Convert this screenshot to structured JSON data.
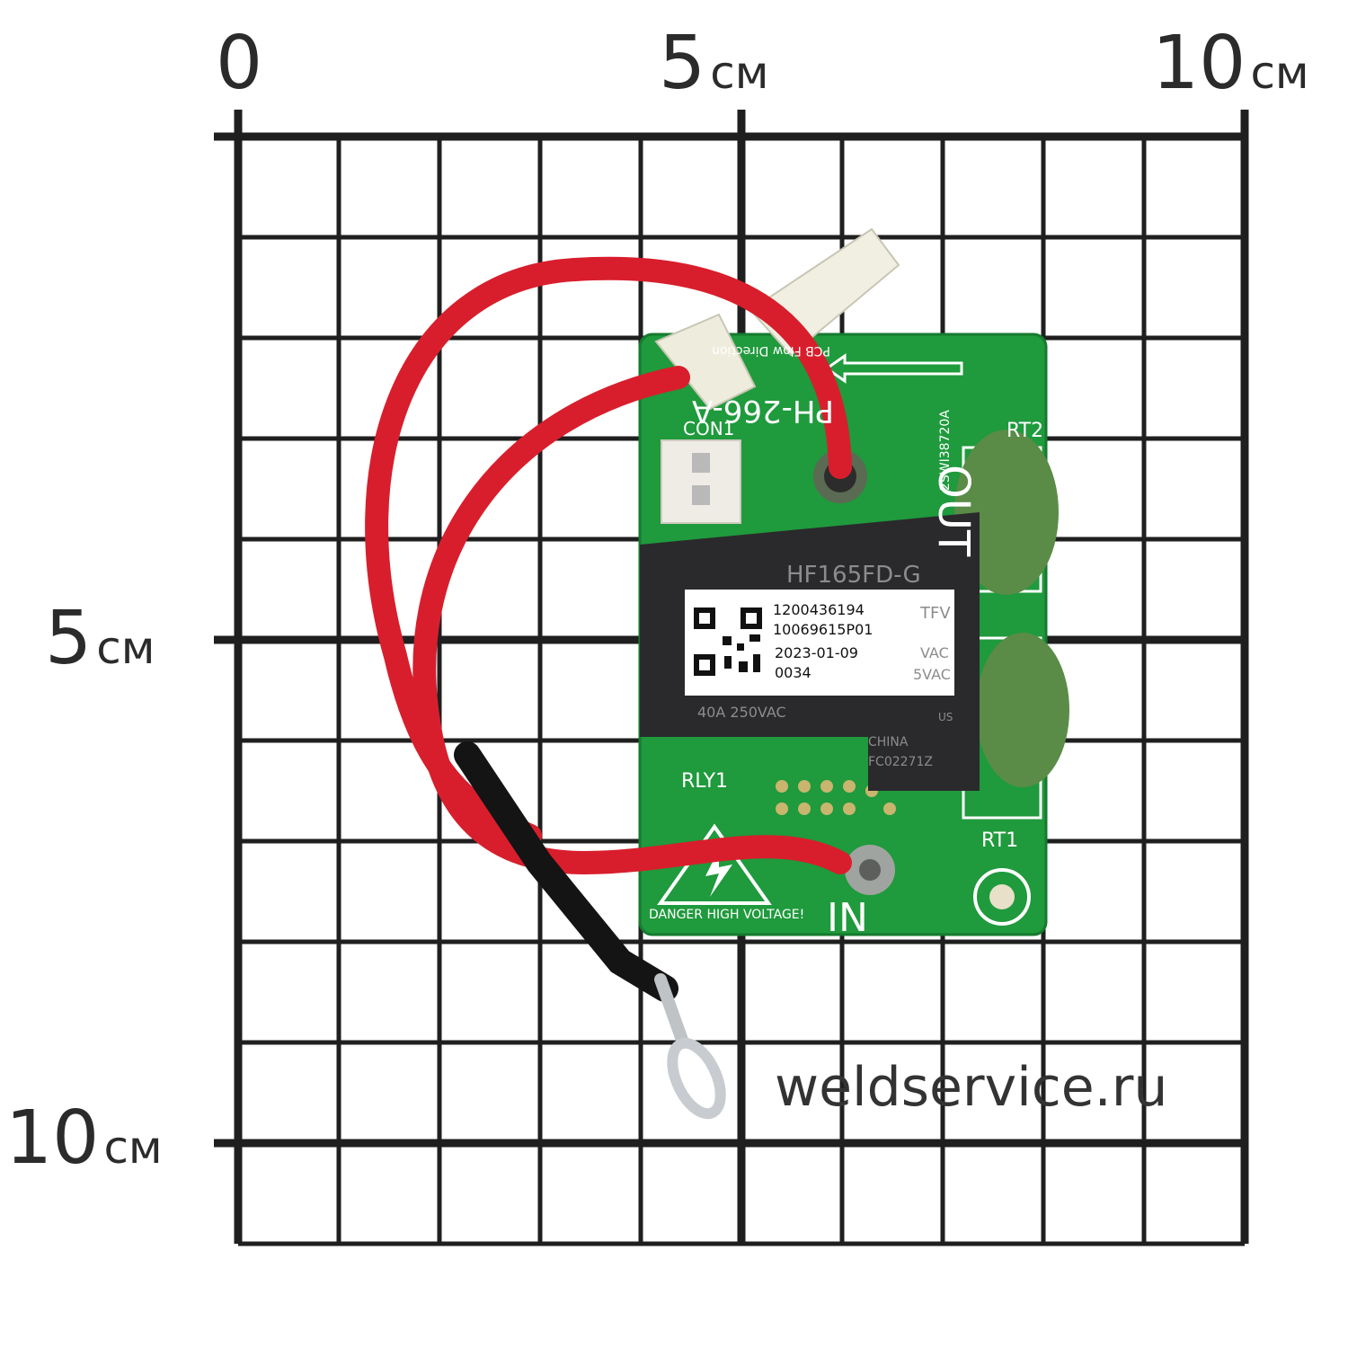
{
  "grid": {
    "line_color": "#1f1f1f",
    "top_labels": [
      {
        "num": "0",
        "unit": ""
      },
      {
        "num": "5",
        "unit": "см"
      },
      {
        "num": "10",
        "unit": "см"
      }
    ],
    "left_labels": [
      {
        "num": "5",
        "unit": "см"
      },
      {
        "num": "10",
        "unit": "см"
      }
    ]
  },
  "pcb": {
    "board_color": "#1f9a3c",
    "silkscreen_color": "#ffffff",
    "flow_text": "PCB Flow Direction",
    "model_text": "PH-266-A",
    "con1_label": "CON1",
    "out_label": "OUT",
    "in_label": "IN",
    "rly1_label": "RLY1",
    "rt1_label": "RT1",
    "rt2_label": "RT2",
    "danger_text": "DANGER HIGH VOLTAGE!",
    "serial_side_text": "2SWI38720A"
  },
  "relay": {
    "body_color": "#2a2a2c",
    "model": "HF165FD-G",
    "suffix": "TFV",
    "vac_1": "VAC",
    "vac_2": "5VAC",
    "rating": "40A  250VAC",
    "country": "CHINA",
    "code": "FC02271Z",
    "ul_mark": "US"
  },
  "sticker": {
    "line1": "1200436194",
    "line2": "10069615P01",
    "line3": "2023-01-09",
    "line4": "0034"
  },
  "wire_color": "#d81e2c",
  "watermark": "weldservice.ru"
}
